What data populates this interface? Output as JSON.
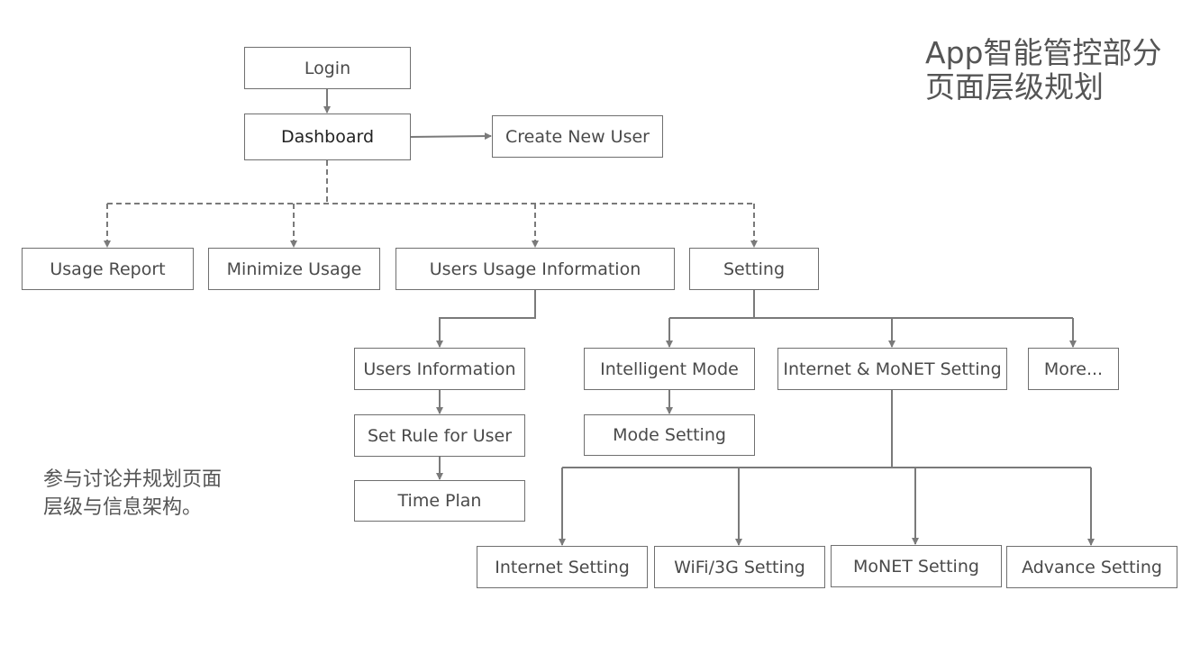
{
  "title": {
    "line1": "App智能管控部分",
    "line2": "页面层级规划"
  },
  "note": {
    "line1": "参与讨论并规划页面",
    "line2": "层级与信息架构。"
  },
  "nodes": {
    "login": "Login",
    "dashboard": "Dashboard",
    "create_new_user": "Create New User",
    "usage_report": "Usage Report",
    "minimize_usage": "Minimize Usage",
    "users_usage_information": "Users Usage Information",
    "setting": "Setting",
    "users_information": "Users Information",
    "set_rule_for_user": "Set Rule for User",
    "time_plan": "Time Plan",
    "intelligent_mode": "Intelligent Mode",
    "mode_setting": "Mode Setting",
    "internet_monet_setting": "Internet & MoNET Setting",
    "more": "More...",
    "internet_setting": "Internet Setting",
    "wifi_3g_setting": "WiFi/3G Setting",
    "monet_setting": "MoNET Setting",
    "advance_setting": "Advance Setting"
  },
  "colors": {
    "line": "#7a7a7a",
    "border": "#6f6f6f"
  }
}
